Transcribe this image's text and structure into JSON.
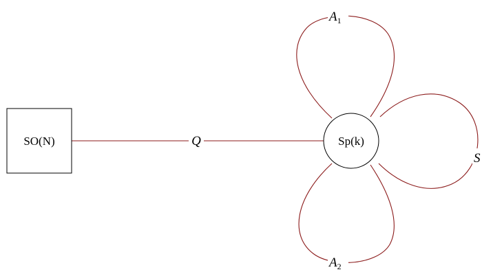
{
  "colors": {
    "edge": "#8b1a1a",
    "node_stroke": "#000000",
    "background": "#ffffff"
  },
  "nodes": {
    "flavor": {
      "shape": "square",
      "label": "SO(N)"
    },
    "gauge": {
      "shape": "circle",
      "label": "Sp(k)"
    }
  },
  "edges": {
    "bifundamental": {
      "from": "flavor",
      "to": "gauge",
      "label": "Q"
    },
    "loop_top": {
      "node": "gauge",
      "label_main": "A",
      "label_sub": "1"
    },
    "loop_right": {
      "node": "gauge",
      "label_main": "S",
      "label_sub": ""
    },
    "loop_bottom": {
      "node": "gauge",
      "label_main": "A",
      "label_sub": "2"
    }
  }
}
